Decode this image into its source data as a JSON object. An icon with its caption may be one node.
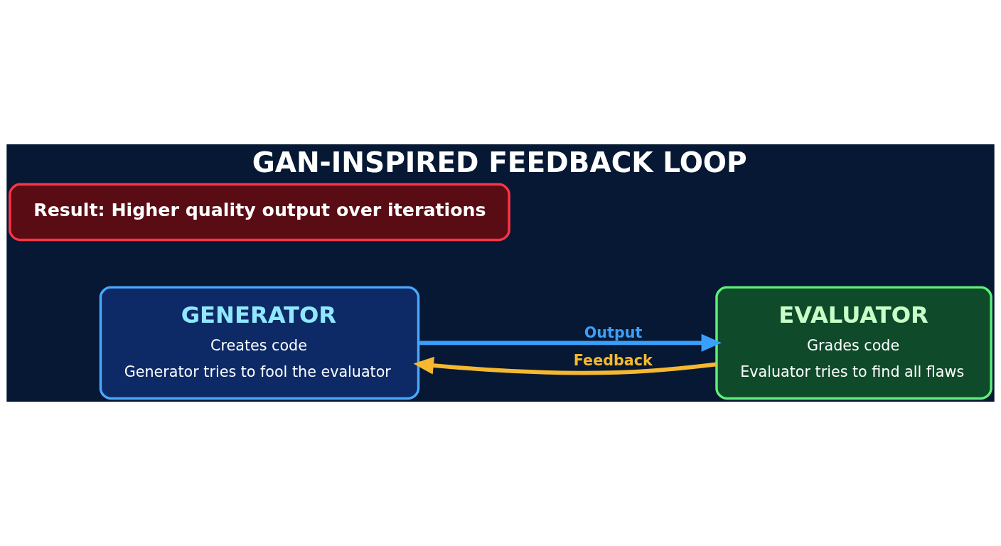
{
  "diagram": {
    "title": "GAN-INSPIRED FEEDBACK LOOP",
    "nodes": [
      {
        "text": [
          "GENERATOR",
          "Creates code",
          "Generator tries to fool the evaluator"
        ]
      },
      {
        "text": [
          "EVALUATOR",
          "Grades code",
          "Evaluator tries to find all flaws"
        ]
      },
      {
        "text": [
          "Result: Higher quality output over iterations"
        ]
      }
    ],
    "edges": [
      {
        "from": 0,
        "to": 1,
        "arrow": "to",
        "label": "Output",
        "color": "#3aa0ff"
      },
      {
        "from": 1,
        "to": 0,
        "arrow": "to",
        "label": "Feedback",
        "color": "#f5b82e"
      }
    ]
  }
}
